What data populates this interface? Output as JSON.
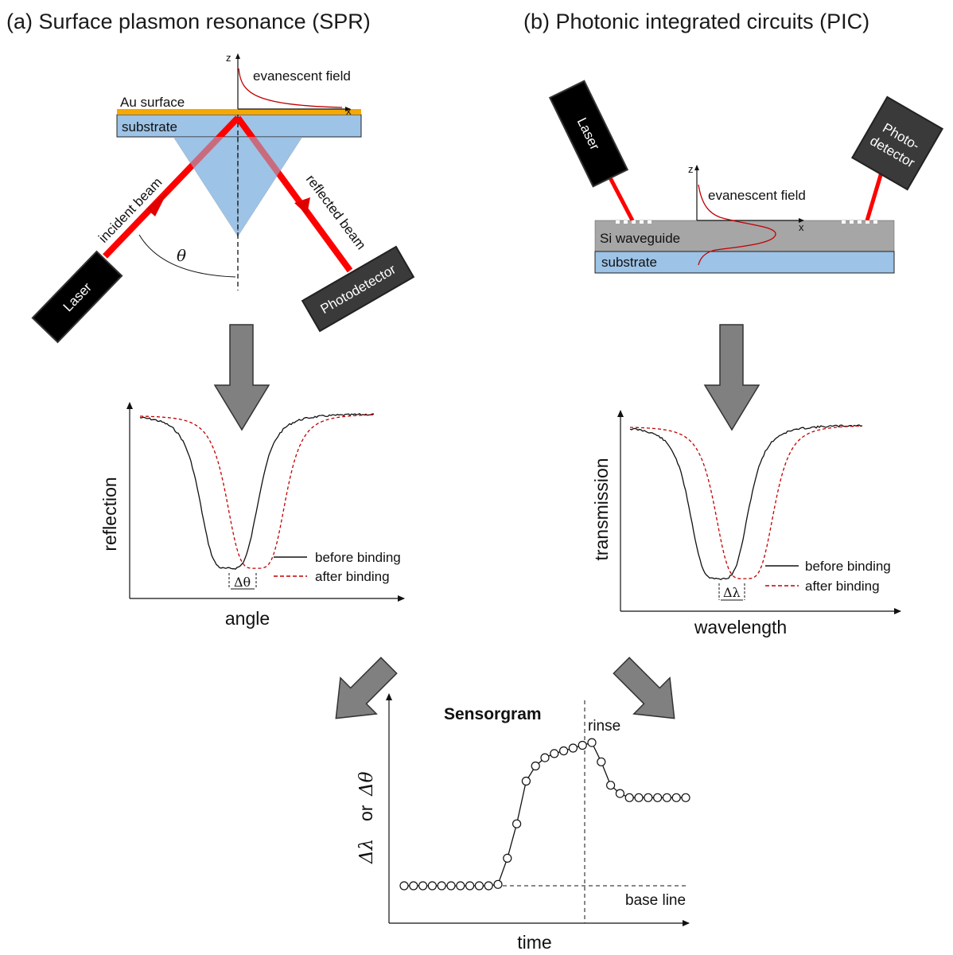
{
  "panel_a": {
    "title": "(a) Surface plasmon resonance (SPR)",
    "au_surface": "Au surface",
    "substrate": "substrate",
    "evanescent": "evanescent field",
    "z": "z",
    "x": "x",
    "incident_beam": "incident beam",
    "reflected_beam": "reflected beam",
    "theta": "θ",
    "laser": "Laser",
    "photodetector": "Photodetector"
  },
  "panel_b": {
    "title": "(b) Photonic integrated circuits (PIC)",
    "laser": "Laser",
    "photodetector_line1": "Photo-",
    "photodetector_line2": "detector",
    "evanescent": "evanescent field",
    "z": "z",
    "x": "x",
    "waveguide": "Si waveguide",
    "substrate": "substrate"
  },
  "colors": {
    "gold": "#f5a800",
    "substrate": "#9dc3e6",
    "beam": "#ff0000",
    "waveguide": "#a6a6a6",
    "arrow": "#808080",
    "curve_after": "#c00000"
  },
  "chart_data": [
    {
      "type": "line",
      "ylabel": "reflection",
      "xlabel": "angle",
      "legend": [
        "before binding",
        "after binding"
      ],
      "shift_label": "Δθ"
    },
    {
      "type": "line",
      "ylabel": "transmission",
      "xlabel": "wavelength",
      "legend": [
        "before binding",
        "after binding"
      ],
      "shift_label": "Δλ"
    },
    {
      "type": "line",
      "title": "Sensorgram",
      "xlabel": "time",
      "ylabel_part1": "Δλ",
      "ylabel_or": "or",
      "ylabel_part2": "Δθ",
      "annotations": [
        "rinse",
        "base line"
      ],
      "series": [
        {
          "values": [
            0,
            0,
            0,
            0,
            0,
            0,
            0,
            0,
            0,
            0,
            0.01,
            0.2,
            0.45,
            0.76,
            0.87,
            0.93,
            0.96,
            0.98,
            1.0,
            1.02,
            1.04,
            0.9,
            0.73,
            0.67,
            0.64,
            0.64,
            0.64,
            0.64,
            0.64,
            0.64,
            0.64
          ]
        }
      ]
    }
  ]
}
